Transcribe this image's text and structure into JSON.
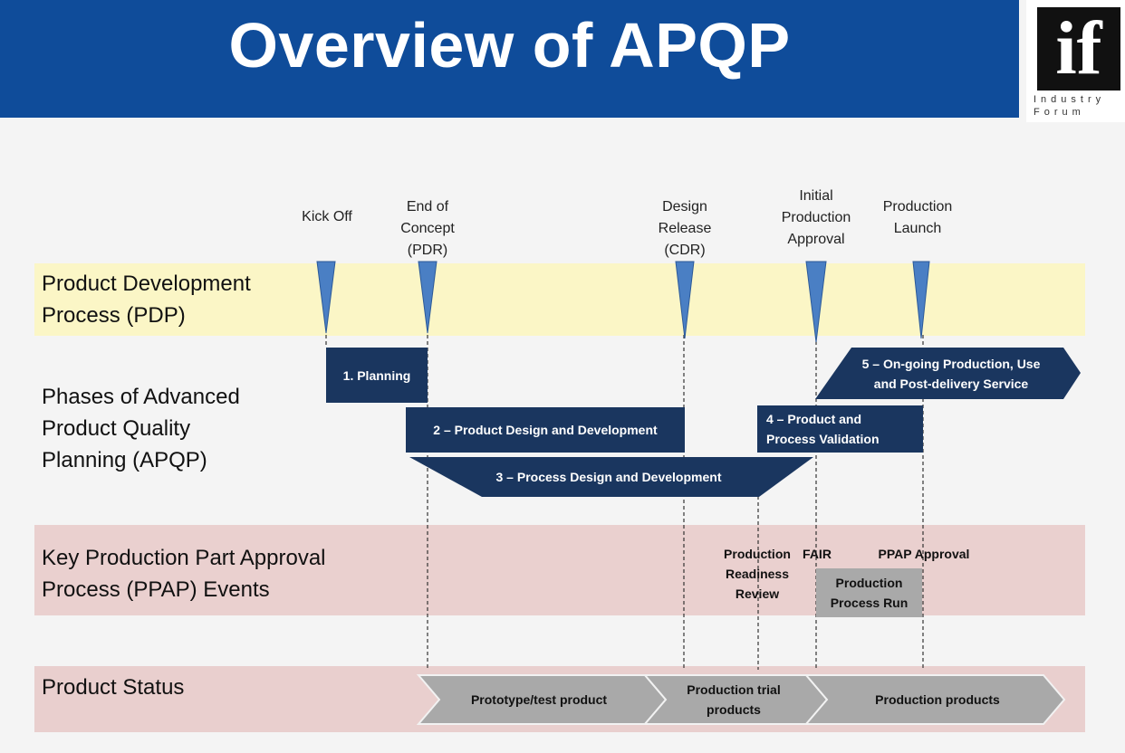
{
  "header": {
    "title": "Overview of APQP"
  },
  "logo": {
    "mark": "if",
    "line1": "Industry",
    "line2": "Forum"
  },
  "rows": {
    "pdp": "Product Development\nProcess (PDP)",
    "apqp": "Phases of Advanced\nProduct Quality\nPlanning (APQP)",
    "ppap": "Key Production Part Approval\nProcess (PPAP) Events",
    "status": "Product Status"
  },
  "milestones": [
    {
      "label": "Kick Off"
    },
    {
      "label": "End of\nConcept\n(PDR)"
    },
    {
      "label": "Design\nRelease\n(CDR)"
    },
    {
      "label": "Initial\nProduction\nApproval"
    },
    {
      "label": "Production\nLaunch"
    }
  ],
  "phases": {
    "p1": "1. Planning",
    "p2": "2 – Product Design and  Development",
    "p3": "3 – Process Design and Development",
    "p4": "4 – Product and\nProcess Validation",
    "p5": "5 – On-going Production, Use\nand Post-delivery Service"
  },
  "ppap_events": {
    "readiness": "Production\nReadiness\nReview",
    "fair": "FAIR",
    "ppap_approval": "PPAP Approval",
    "process_run": "Production\nProcess Run"
  },
  "product_status": {
    "prototype": "Prototype/test product",
    "trial": "Production trial\nproducts",
    "production": "Production products"
  },
  "colors": {
    "header": "#0f4c9a",
    "pdp_band": "#fbf6c6",
    "ppap_band": "#ead0cf",
    "status_band": "#e9cfce",
    "phase_fill": "#1a365f",
    "milestone_marker": "#4a7fc4",
    "status_arrow": "#a9a9a9"
  }
}
